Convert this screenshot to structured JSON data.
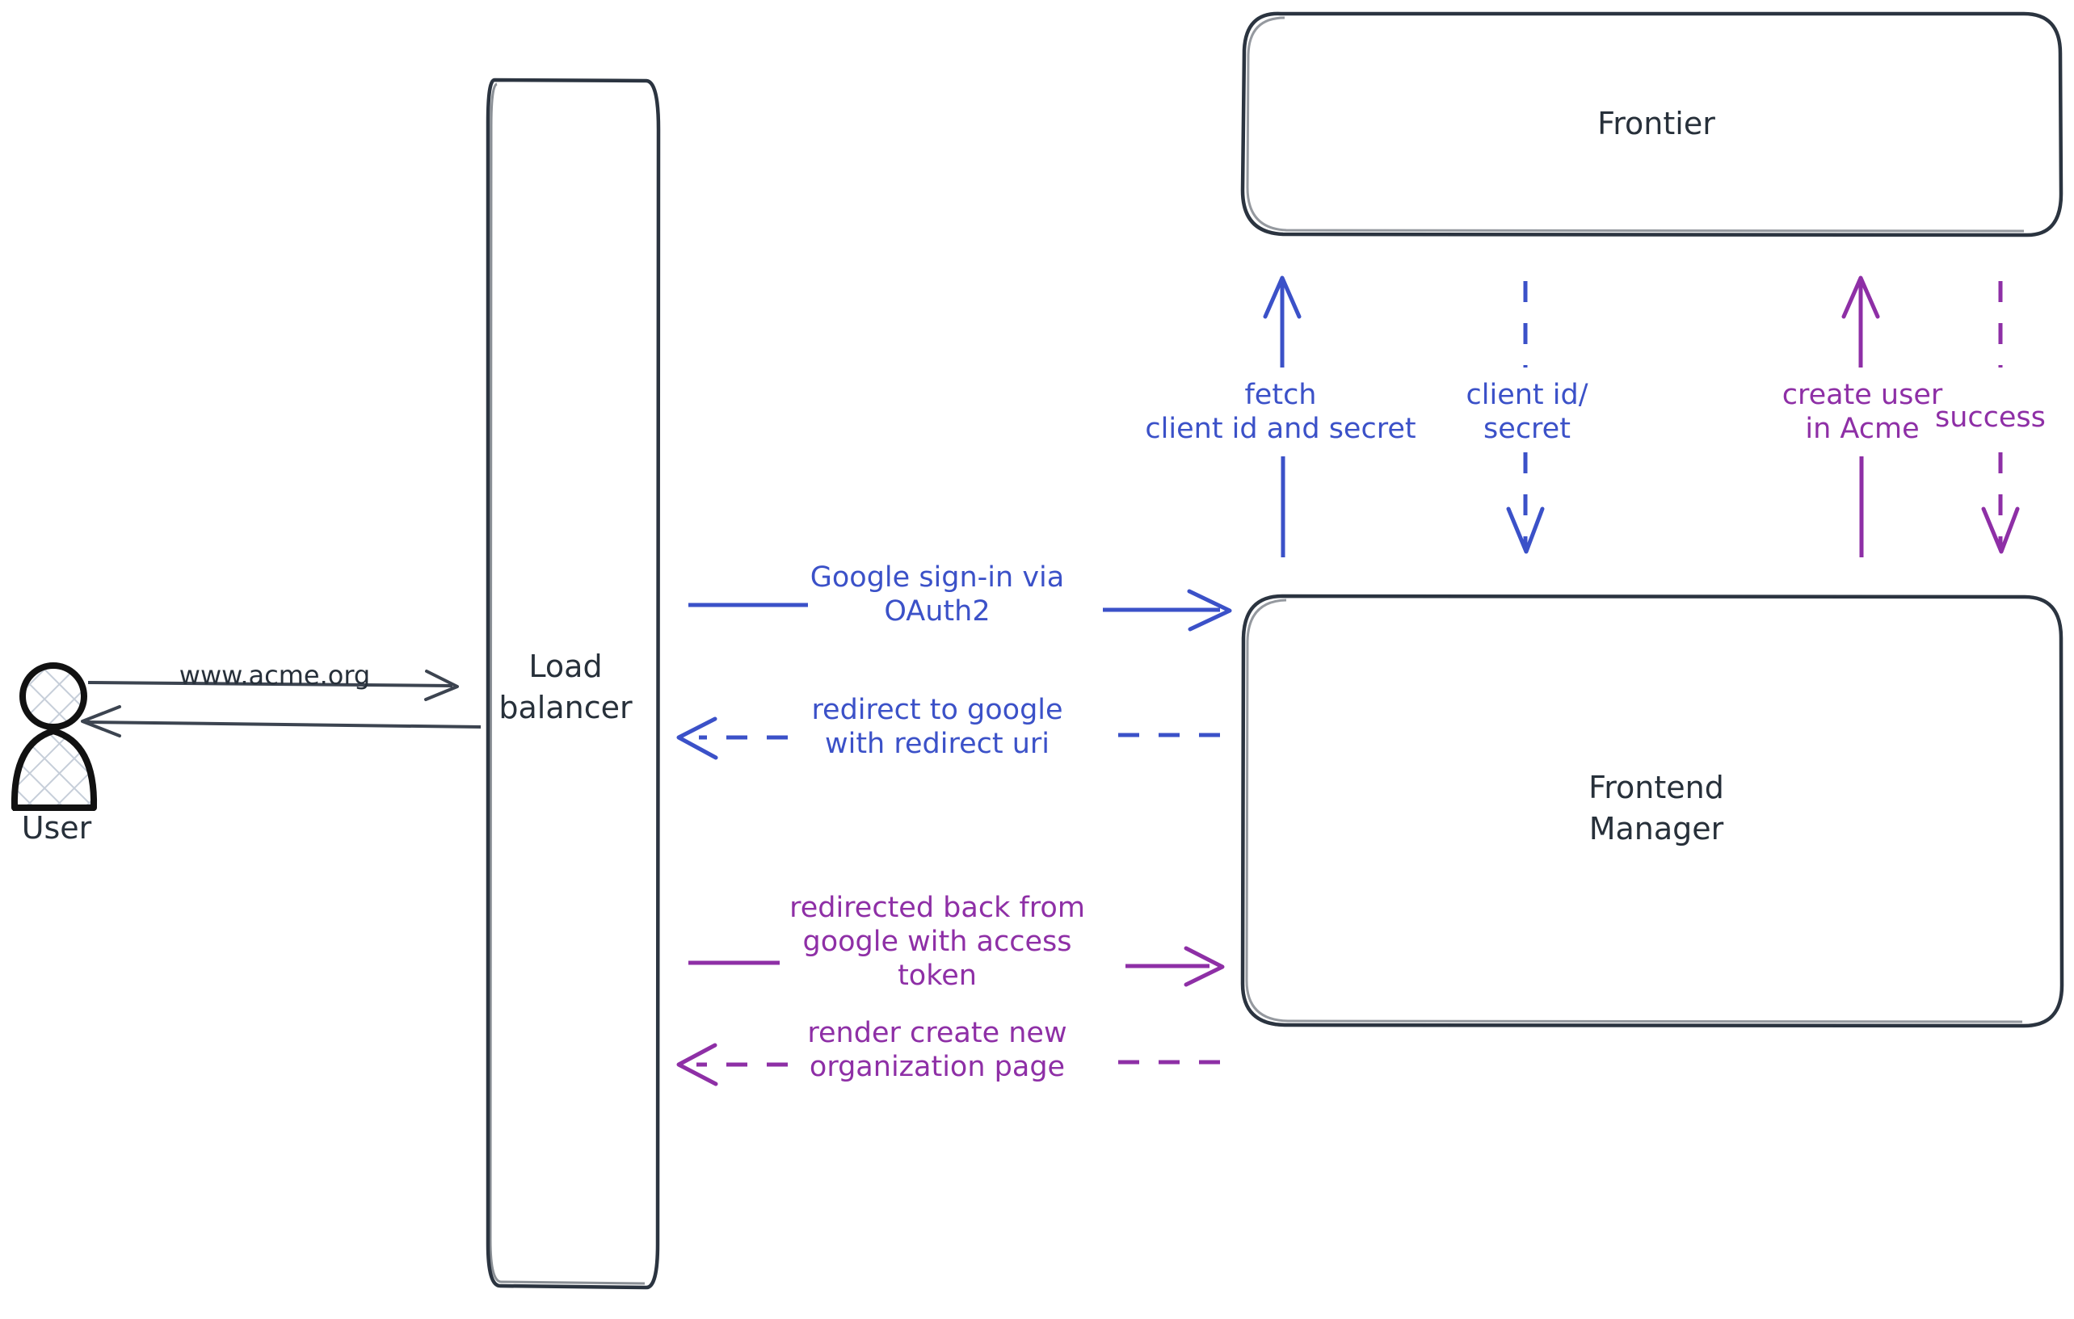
{
  "diagram": {
    "title": "Google OAuth2 sign-in sequence",
    "colors": {
      "blue": "#3b51c8",
      "purple": "#8e2fa6",
      "ink": "#27303a",
      "background": "#ffffff"
    },
    "nodes": [
      {
        "id": "user",
        "label": "User",
        "shape": "actor"
      },
      {
        "id": "lb",
        "label": "Load\nbalancer",
        "shape": "rounded-rect"
      },
      {
        "id": "frontier",
        "label": "Frontier",
        "shape": "rounded-rect"
      },
      {
        "id": "frontend",
        "label": "Frontend\nManager",
        "shape": "rounded-rect"
      }
    ],
    "edges": [
      {
        "id": "e-www",
        "label": "www.acme.org",
        "from": "user",
        "to": "lb",
        "style": "solid",
        "color": "ink",
        "direction": "right"
      },
      {
        "id": "e-return",
        "label": "",
        "from": "lb",
        "to": "user",
        "style": "solid",
        "color": "ink",
        "direction": "left"
      },
      {
        "id": "e-oauth",
        "label": "Google sign-in via\nOAuth2",
        "from": "lb",
        "to": "frontend",
        "style": "solid",
        "color": "blue",
        "direction": "right"
      },
      {
        "id": "e-redirect",
        "label": "redirect to google\nwith redirect uri",
        "from": "frontend",
        "to": "lb",
        "style": "dashed",
        "color": "blue",
        "direction": "left"
      },
      {
        "id": "e-back",
        "label": "redirected back from\ngoogle with access\ntoken",
        "from": "lb",
        "to": "frontend",
        "style": "solid",
        "color": "purple",
        "direction": "right"
      },
      {
        "id": "e-render",
        "label": "render create new\norganization page",
        "from": "frontend",
        "to": "lb",
        "style": "dashed",
        "color": "purple",
        "direction": "left"
      },
      {
        "id": "e-fetch",
        "label": "fetch\nclient id and secret",
        "from": "frontend",
        "to": "frontier",
        "style": "solid",
        "color": "blue",
        "direction": "up"
      },
      {
        "id": "e-clientid",
        "label": "client id/\nsecret",
        "from": "frontier",
        "to": "frontend",
        "style": "dashed",
        "color": "blue",
        "direction": "down"
      },
      {
        "id": "e-createuser",
        "label": "create user\nin Acme",
        "from": "frontend",
        "to": "frontier",
        "style": "solid",
        "color": "purple",
        "direction": "up"
      },
      {
        "id": "e-success",
        "label": "success",
        "from": "frontier",
        "to": "frontend",
        "style": "dashed",
        "color": "purple",
        "direction": "down"
      }
    ]
  }
}
